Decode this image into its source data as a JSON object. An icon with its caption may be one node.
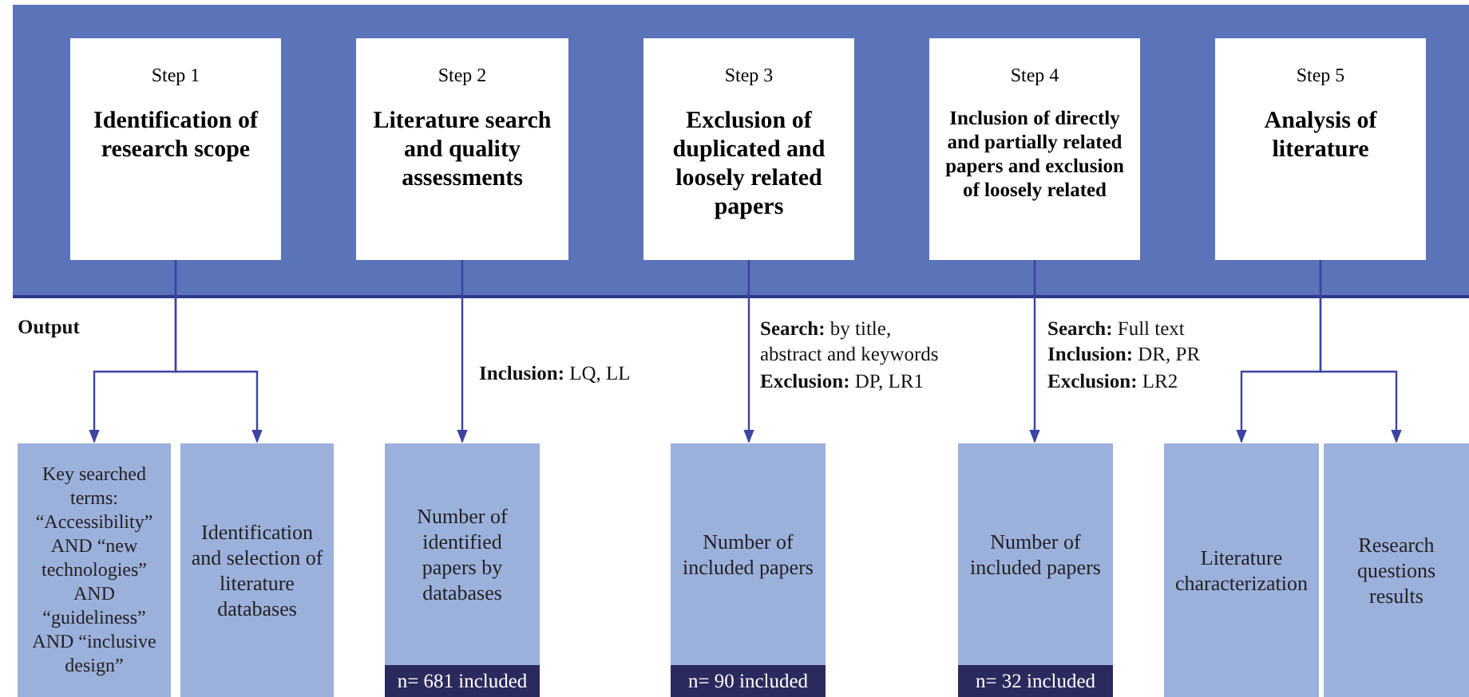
{
  "diagram": {
    "nodes": [
      {
        "text": [],
        "shape": "box"
      },
      {
        "text": [
          "Step 1",
          "Identification of research scope"
        ],
        "in": 0
      },
      {
        "text": [
          "Step 2",
          "Literature search and quality assessments"
        ],
        "in": 0
      },
      {
        "text": [
          "Step 3",
          "Exclusion of duplicated and loosely related papers"
        ],
        "in": 0
      },
      {
        "text": [
          "Step 4",
          "Inclusion of directly and partially related papers and exclusion of loosely related"
        ],
        "in": 0
      },
      {
        "text": [
          "Step 5",
          "Analysis of literature"
        ],
        "in": 0
      },
      {
        "text": [
          "Key searched terms: “Accessibility” AND “new technologies” AND “guideliness” AND “inclusive design”"
        ]
      },
      {
        "text": [
          "Identification and selection of literature databases"
        ]
      },
      {
        "text": [
          "Number of identified papers by databases"
        ]
      },
      {
        "text": [
          "n= 681 included"
        ],
        "in": 8
      },
      {
        "text": [
          "Number of included papers"
        ]
      },
      {
        "text": [
          "n= 90 included"
        ],
        "in": 10
      },
      {
        "text": [
          "Number of included papers"
        ]
      },
      {
        "text": [
          "n= 32 included"
        ],
        "in": 12
      },
      {
        "text": [
          "Literature characterization"
        ]
      },
      {
        "text": [
          "Research questions results"
        ]
      }
    ],
    "edges": [
      {
        "from": 1,
        "to": 6,
        "arrow": "to"
      },
      {
        "from": 1,
        "to": 7,
        "arrow": "to"
      },
      {
        "from": 2,
        "to": 8,
        "arrow": "to",
        "label": "**Inclusion:** LQ, LL"
      },
      {
        "from": 3,
        "to": 10,
        "arrow": "to",
        "label": "**Search:** by title, abstract and keywords **Exclusion:** DP, LR1"
      },
      {
        "from": 4,
        "to": 12,
        "arrow": "to",
        "label": "**Search:** Full text **Inclusion:** DR, PR **Exclusion:** LR2"
      },
      {
        "from": 5,
        "to": 14,
        "arrow": "to"
      },
      {
        "from": 5,
        "to": 15,
        "arrow": "to"
      }
    ],
    "labels": [
      "Output"
    ]
  }
}
